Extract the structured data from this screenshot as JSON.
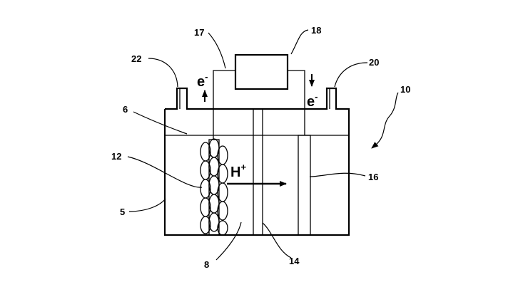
{
  "figure": {
    "refs": {
      "r17": "17",
      "r18": "18",
      "r22": "22",
      "r20": "20",
      "r10": "10",
      "r6": "6",
      "r12": "12",
      "r16": "16",
      "r5": "5",
      "r8": "8",
      "r14": "14"
    },
    "electron_left": {
      "base": "e",
      "sup": "-"
    },
    "electron_right": {
      "base": "e",
      "sup": "-"
    },
    "proton": {
      "base": "H",
      "sup": "+"
    }
  }
}
